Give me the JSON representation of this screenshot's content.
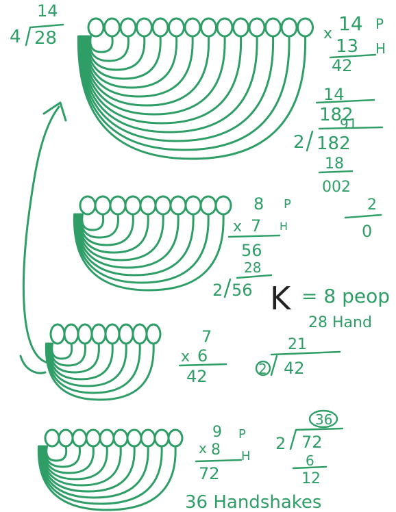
{
  "colors": {
    "ink": "#2e9e66",
    "marker": "#222222",
    "paper": "#ffffff"
  },
  "problem_top": {
    "division": {
      "divisor": "4",
      "dividend": "28",
      "quotient": "14"
    },
    "head_count": 14,
    "multiplication": {
      "top": "14",
      "top_tag": "P",
      "bottom": "13",
      "bottom_tag": "H",
      "partial_1": "42",
      "partial_2": "14",
      "product": "182"
    },
    "long_division": {
      "divisor": "2",
      "dividend": "182",
      "quotient": "91",
      "step_1": "18",
      "step_2": "002",
      "step_3": "2",
      "remainder": "0"
    }
  },
  "problem_8": {
    "head_count": 10,
    "multiplication": {
      "top": "8",
      "top_tag": "P",
      "bottom": "7",
      "bottom_tag": "H",
      "product": "56"
    },
    "division": {
      "divisor": "2",
      "dividend": "56",
      "quotient": "28"
    },
    "result_line_1": "= 8 peop",
    "result_line_2": "28 Hand",
    "marker_letter": "K"
  },
  "problem_7": {
    "head_count": 8,
    "multiplication": {
      "top": "7",
      "bottom": "6",
      "product": "42"
    },
    "division": {
      "divisor": "2",
      "dividend": "42",
      "quotient": "21"
    }
  },
  "problem_9": {
    "head_count": 10,
    "multiplication": {
      "top": "9",
      "top_tag": "P",
      "bottom": "8",
      "bottom_tag": "H",
      "product": "72"
    },
    "division": {
      "divisor": "2",
      "dividend": "72",
      "quotient": "36",
      "step_1": "6",
      "step_2": "12"
    },
    "answer": "36 Handshakes"
  }
}
